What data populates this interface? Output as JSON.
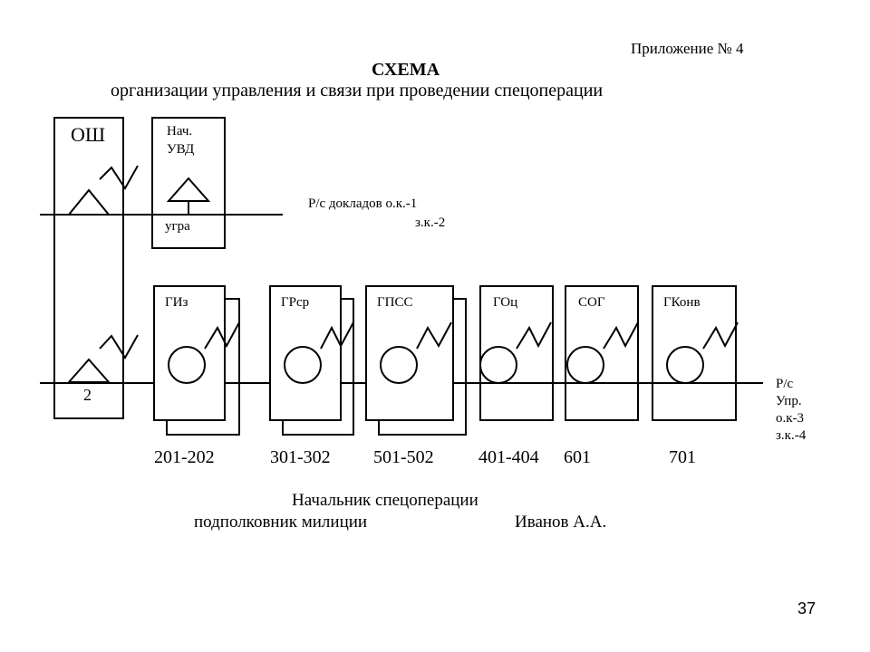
{
  "appendix": "Приложение № 4",
  "title": "СХЕМА",
  "subtitle": "организации управления и связи при проведении спецоперации",
  "hq": {
    "label": "ОШ",
    "number": "2"
  },
  "chief": {
    "line1": "Нач.",
    "line2": "УВД",
    "bottom": "угра"
  },
  "report_net": {
    "line1": "Р/с докладов о.к.-1",
    "line2": "з.к.-2"
  },
  "control_net": {
    "line1": "Р/с",
    "line2": "Упр.",
    "line3": "о.к-3",
    "line4": "з.к.-4"
  },
  "groups": [
    {
      "label": "ГИз",
      "callsign": "201-202"
    },
    {
      "label": "ГРср",
      "callsign": "301-302"
    },
    {
      "label": "ГПСС",
      "callsign": "501-502"
    },
    {
      "label": "ГОц",
      "callsign": "401-404"
    },
    {
      "label": "СОГ",
      "callsign": "601"
    },
    {
      "label": "ГКонв",
      "callsign": "701"
    }
  ],
  "signature": {
    "line1": "Начальник спецоперации",
    "role": "подполковник милиции",
    "name": "Иванов А.А."
  },
  "page_number": "37"
}
